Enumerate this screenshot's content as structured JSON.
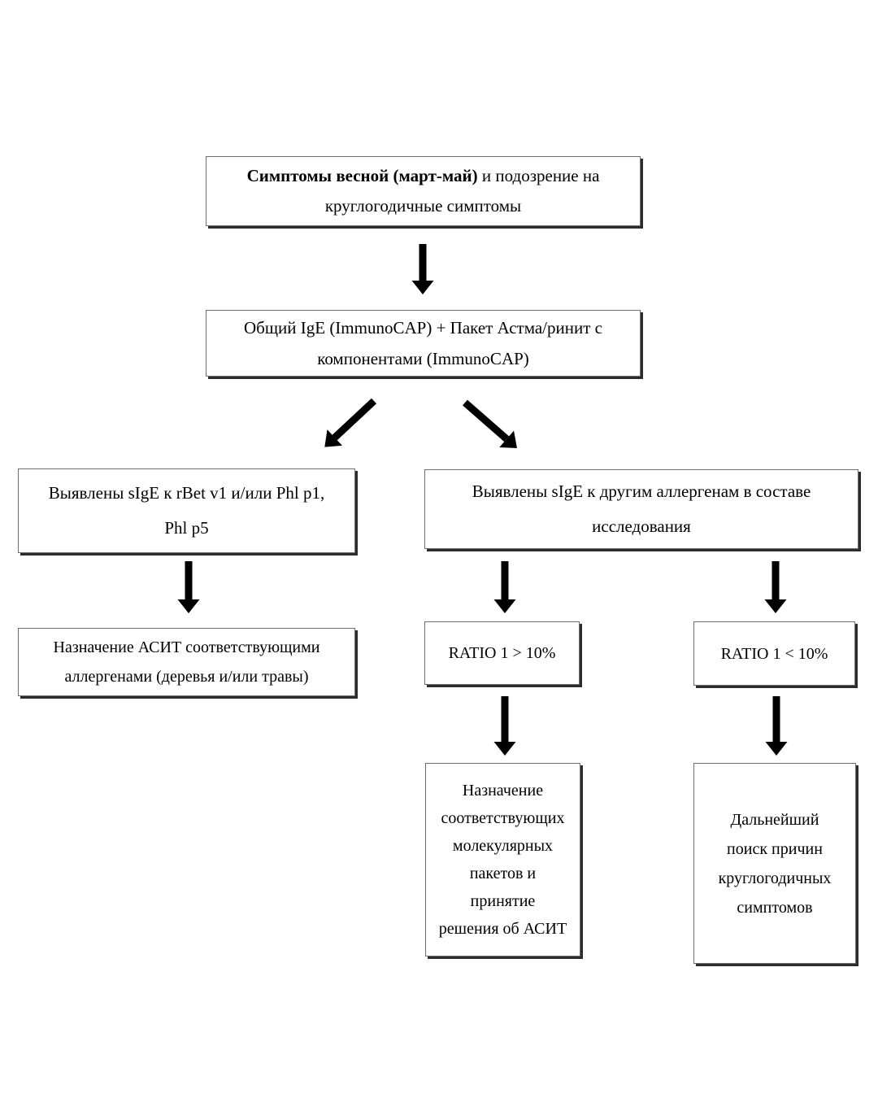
{
  "diagram": {
    "type": "flowchart",
    "background": "#ffffff",
    "colors": {
      "box_background": "#ffffff",
      "box_border": "#6e6e6e",
      "box_shadow": "#2c2c2c",
      "arrow": "#000000",
      "text": "#000000"
    },
    "nodes": {
      "symptoms_spring": {
        "text_bold": "Симптомы весной (март-май)",
        "text_rest": " и подозрение на\nкруглогодичные симптомы"
      },
      "ige_panel": {
        "text": "Общий IgE (ImmunoCAP) + Пакет Астма/ринит с\nкомпонентами (ImmunoCAP)"
      },
      "sige_bet_phl": {
        "text": "Выявлены sIgE к rBet v1 и/или Phl p1,\nPhl p5"
      },
      "sige_other": {
        "text": "Выявлены sIgE к другим аллергенам в составе\nисследования"
      },
      "asit_assignment": {
        "text": "Назначение АСИТ соответствующими\nаллергенами (деревья и/или травы)"
      },
      "ratio_above": {
        "text": "RATIO 1 > 10%"
      },
      "ratio_below": {
        "text": "RATIO 1 < 10%"
      },
      "molecular_panels": {
        "text": "Назначение\nсоответствующих\nмолекулярных\nпакетов и\nпринятие\nрешения об АСИТ"
      },
      "further_search": {
        "text": "Дальнейший\nпоиск причин\nкруглогодичных\nсимптомов"
      }
    },
    "edges": [
      {
        "from": "symptoms_spring",
        "to": "ige_panel"
      },
      {
        "from": "ige_panel",
        "to": "sige_bet_phl"
      },
      {
        "from": "ige_panel",
        "to": "sige_other"
      },
      {
        "from": "sige_bet_phl",
        "to": "asit_assignment"
      },
      {
        "from": "sige_other",
        "to": "ratio_above"
      },
      {
        "from": "sige_other",
        "to": "ratio_below"
      },
      {
        "from": "ratio_above",
        "to": "molecular_panels"
      },
      {
        "from": "ratio_below",
        "to": "further_search"
      }
    ]
  }
}
